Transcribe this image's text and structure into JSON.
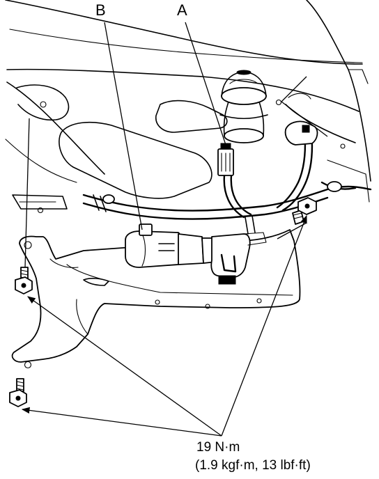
{
  "callouts": {
    "label_a": "A",
    "label_b": "B"
  },
  "torque_spec": {
    "line1": "19 N·m",
    "line2": "(1.9 kgf·m, 13 lbf·ft)"
  },
  "colors": {
    "ink": "#000000",
    "paper": "#ffffff"
  }
}
